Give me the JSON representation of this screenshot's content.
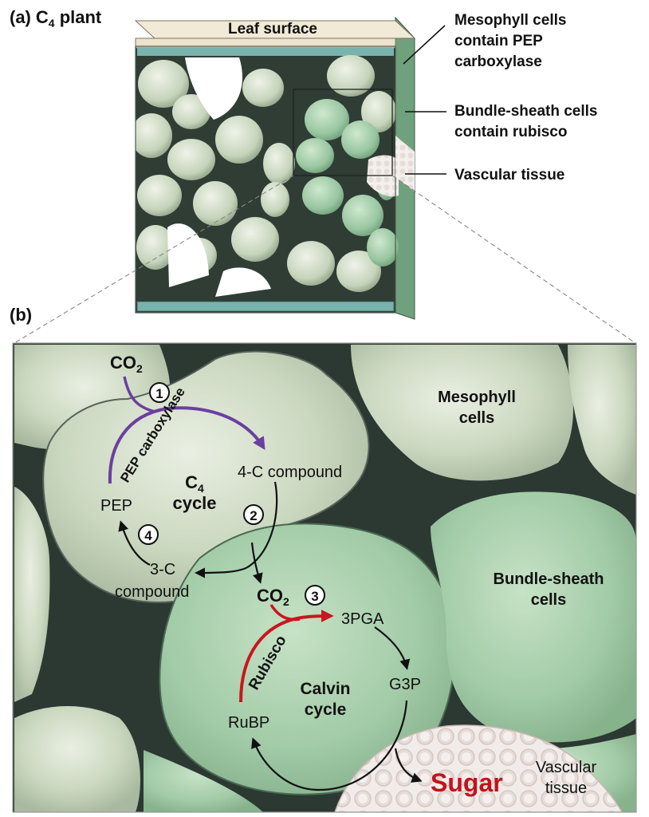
{
  "panel_a": {
    "tag": "(a)",
    "title_main": "C",
    "title_sub": "4",
    "title_rest": " plant",
    "leaf_surface": "Leaf surface",
    "callouts": {
      "mesophyll": [
        "Mesophyll cells",
        "contain PEP",
        "carboxylase"
      ],
      "bundle_sheath": [
        "Bundle-sheath cells",
        "contain rubisco"
      ],
      "vascular": "Vascular tissue"
    }
  },
  "panel_b": {
    "tag": "(b)",
    "co2_top": "CO",
    "co2_top_sub": "2",
    "step1": "1",
    "step2": "2",
    "step3": "3",
    "step4": "4",
    "pep_carboxylase": "PEP carboxylase",
    "four_c": "4-C compound",
    "pep": "PEP",
    "c4_main": "C",
    "c4_sub": "4",
    "c4_cycle": "cycle",
    "three_c_1": "3-C",
    "three_c_2": "compound",
    "co2_mid": "CO",
    "co2_mid_sub": "2",
    "threepga": "3PGA",
    "rubisco": "Rubisco",
    "calvin_1": "Calvin",
    "calvin_2": "cycle",
    "g3p": "G3P",
    "rubp": "RuBP",
    "sugar": "Sugar",
    "vascular_1": "Vascular",
    "vascular_2": "tissue",
    "mesophyll_1": "Mesophyll",
    "mesophyll_2": "cells",
    "bundle_1": "Bundle-sheath",
    "bundle_2": "cells"
  },
  "colors": {
    "mesophyll_cell": "#cfdcc4",
    "bundle_cell": "#a9cfae",
    "dark_gap": "#2e3a34",
    "vascular": "#efe9e6",
    "pep_arrow": "#6b3fa0",
    "rubisco_arrow": "#c8171e",
    "sugar_text": "#c0141c"
  }
}
